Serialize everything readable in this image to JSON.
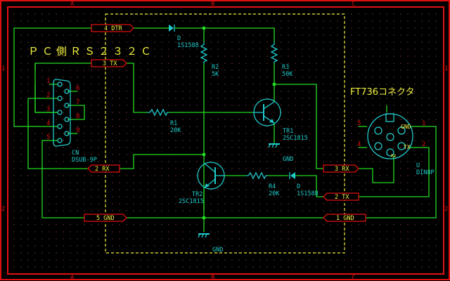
{
  "sheet": {
    "zones_top": [
      "A",
      "B",
      "C"
    ],
    "zones_bottom": [
      "A",
      "B",
      "C"
    ],
    "zones_left": [
      "1",
      "2"
    ],
    "zones_right": [
      "1",
      "2"
    ],
    "frame_color": "#e01010",
    "wire_color": "#22dd22",
    "part_color": "#22cccc",
    "text_color": "#f0f040"
  },
  "titles": {
    "pc_side": "ＰＣ側ＲＳ２３２Ｃ",
    "radio_side": "FT736コネクタ"
  },
  "ports": {
    "dtr": "4 DTR",
    "tx_pc": "3 TX",
    "rx_pc": "2 RX",
    "gnd_pc": "5 GND",
    "rx_radio": "3 RX",
    "tx_radio": "2 TX",
    "gnd_radio": "1 GND"
  },
  "connector_pc": {
    "ref": "CN",
    "value": "DSUB-9P",
    "pins": [
      "1",
      "2",
      "3",
      "4",
      "5",
      "6",
      "7",
      "8",
      "9"
    ]
  },
  "connector_radio": {
    "ref": "U",
    "value": "DIN8P",
    "pins": [
      "1",
      "2",
      "4",
      "5"
    ],
    "pin_labels": [
      "GND",
      "TX",
      "RX"
    ]
  },
  "components": {
    "d1": {
      "ref": "D",
      "value": "1S1588"
    },
    "d2": {
      "ref": "D",
      "value": "1S1588"
    },
    "r1": {
      "ref": "R1",
      "value": "20K"
    },
    "r2": {
      "ref": "R2",
      "value": "5K"
    },
    "r3": {
      "ref": "R3",
      "value": "50K"
    },
    "r4": {
      "ref": "R4",
      "value": "20K"
    },
    "tr1": {
      "ref": "TR1",
      "value": "2SC1815"
    },
    "tr2": {
      "ref": "TR2",
      "value": "2SC1815"
    }
  },
  "gnd_labels": {
    "tr1": "GND",
    "tr2": "GND"
  }
}
